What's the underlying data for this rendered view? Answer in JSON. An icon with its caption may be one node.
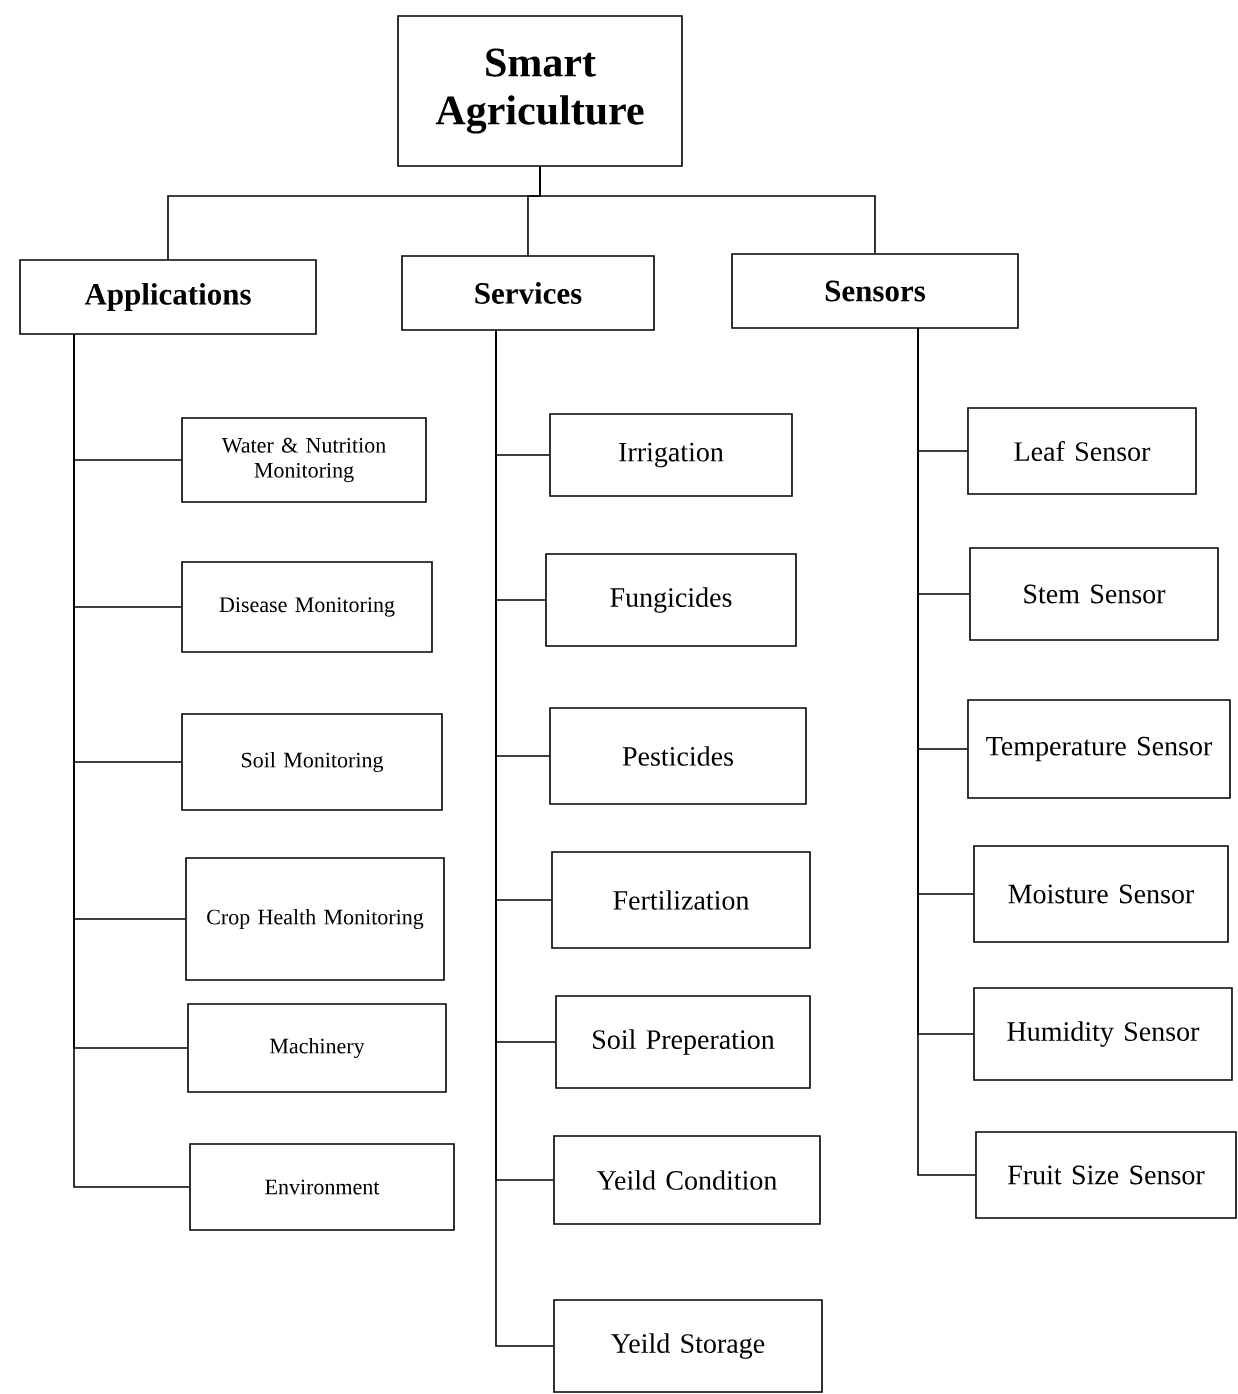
{
  "diagram": {
    "nodes": [
      {
        "text": [
          "Smart Agriculture"
        ]
      },
      {
        "text": [
          "Applications"
        ]
      },
      {
        "text": [
          "Services"
        ]
      },
      {
        "text": [
          "Sensors"
        ]
      },
      {
        "text": [
          "Water & Nutrition Monitoring"
        ]
      },
      {
        "text": [
          "Disease Monitoring"
        ]
      },
      {
        "text": [
          "Soil Monitoring"
        ]
      },
      {
        "text": [
          "Crop Health Monitoring"
        ]
      },
      {
        "text": [
          "Machinery"
        ]
      },
      {
        "text": [
          "Environment"
        ]
      },
      {
        "text": [
          "Irrigation"
        ]
      },
      {
        "text": [
          "Fungicides"
        ]
      },
      {
        "text": [
          "Pesticides"
        ]
      },
      {
        "text": [
          "Fertilization"
        ]
      },
      {
        "text": [
          "Soil Preperation"
        ]
      },
      {
        "text": [
          "Yeild Condition"
        ]
      },
      {
        "text": [
          "Yeild Storage"
        ]
      },
      {
        "text": [
          "Leaf Sensor"
        ]
      },
      {
        "text": [
          "Stem Sensor"
        ]
      },
      {
        "text": [
          "Temperature Sensor"
        ]
      },
      {
        "text": [
          "Moisture Sensor"
        ]
      },
      {
        "text": [
          "Humidity Sensor"
        ]
      },
      {
        "text": [
          "Fruit Size Sensor"
        ]
      }
    ],
    "edges": [
      {
        "from": 0,
        "to": 1,
        "arrow": "none"
      },
      {
        "from": 0,
        "to": 2,
        "arrow": "none"
      },
      {
        "from": 0,
        "to": 3,
        "arrow": "none"
      },
      {
        "from": 1,
        "to": 4,
        "arrow": "none"
      },
      {
        "from": 1,
        "to": 5,
        "arrow": "none"
      },
      {
        "from": 1,
        "to": 6,
        "arrow": "none"
      },
      {
        "from": 1,
        "to": 7,
        "arrow": "none"
      },
      {
        "from": 1,
        "to": 8,
        "arrow": "none"
      },
      {
        "from": 1,
        "to": 9,
        "arrow": "none"
      },
      {
        "from": 2,
        "to": 10,
        "arrow": "none"
      },
      {
        "from": 2,
        "to": 11,
        "arrow": "none"
      },
      {
        "from": 2,
        "to": 12,
        "arrow": "none"
      },
      {
        "from": 2,
        "to": 13,
        "arrow": "none"
      },
      {
        "from": 2,
        "to": 14,
        "arrow": "none"
      },
      {
        "from": 2,
        "to": 15,
        "arrow": "none"
      },
      {
        "from": 2,
        "to": 16,
        "arrow": "none"
      },
      {
        "from": 3,
        "to": 17,
        "arrow": "none"
      },
      {
        "from": 3,
        "to": 18,
        "arrow": "none"
      },
      {
        "from": 3,
        "to": 19,
        "arrow": "none"
      },
      {
        "from": 3,
        "to": 20,
        "arrow": "none"
      },
      {
        "from": 3,
        "to": 21,
        "arrow": "none"
      },
      {
        "from": 3,
        "to": 22,
        "arrow": "none"
      }
    ]
  }
}
